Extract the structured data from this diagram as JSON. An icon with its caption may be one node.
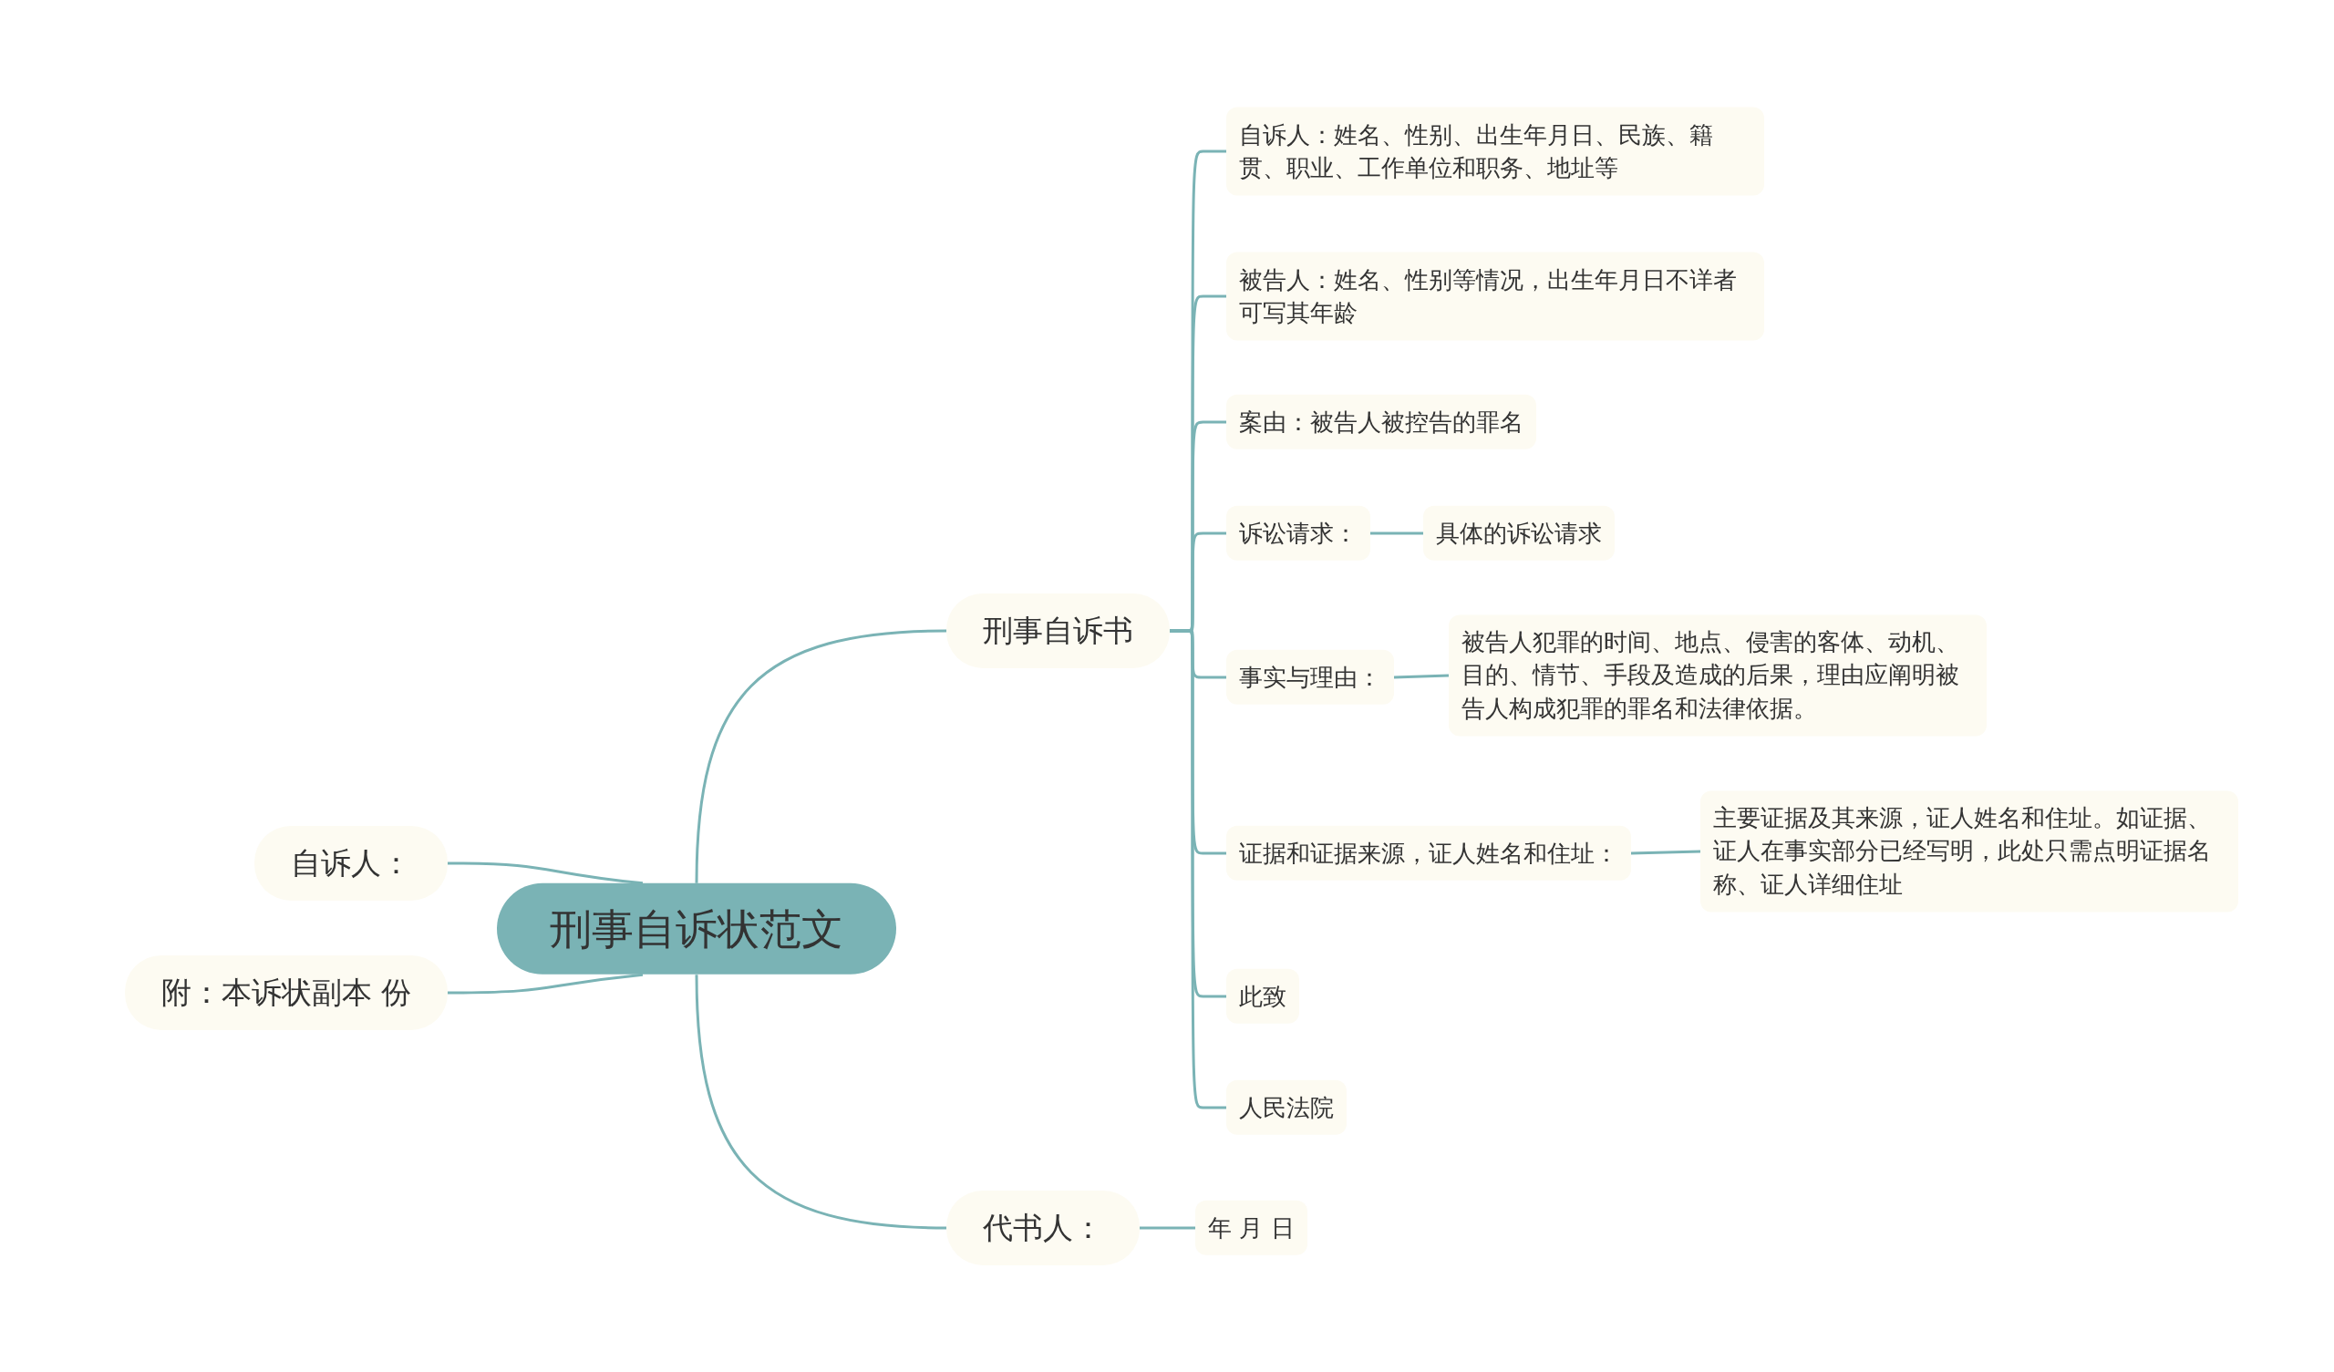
{
  "diagram": {
    "nodes": [
      {
        "text": [
          "刑事自诉状范文"
        ]
      },
      {
        "text": [
          "自诉人："
        ]
      },
      {
        "text": [
          "附：本诉状副本 份"
        ]
      },
      {
        "text": [
          "刑事自诉书"
        ]
      },
      {
        "text": [
          "自诉人：姓名、性别、出生年月日、民族、籍贯、职业、工作单位和职务、地址等"
        ]
      },
      {
        "text": [
          "被告人：姓名、性别等情况，出生年月日不详者可写其年龄"
        ]
      },
      {
        "text": [
          "案由：被告人被控告的罪名"
        ]
      },
      {
        "text": [
          "诉讼请求："
        ]
      },
      {
        "text": [
          "具体的诉讼请求"
        ]
      },
      {
        "text": [
          "事实与理由："
        ]
      },
      {
        "text": [
          "被告人犯罪的时间、地点、侵害的客体、动机、目的、情节、手段及造成的后果，理由应阐明被告人构成犯罪的罪名和法律依据。"
        ]
      },
      {
        "text": [
          "证据和证据来源，证人姓名和住址："
        ]
      },
      {
        "text": [
          "主要证据及其来源，证人姓名和住址。如证据、证人在事实部分已经写明，此处只需点明证据名称、证人详细住址"
        ]
      },
      {
        "text": [
          "此致"
        ]
      },
      {
        "text": [
          "人民法院"
        ]
      },
      {
        "text": [
          "代书人："
        ]
      },
      {
        "text": [
          "年 月 日"
        ]
      }
    ],
    "edges": [
      {
        "from": 0,
        "to": 1,
        "arrow": "none"
      },
      {
        "from": 0,
        "to": 2,
        "arrow": "none"
      },
      {
        "from": 0,
        "to": 3,
        "arrow": "none"
      },
      {
        "from": 0,
        "to": 15,
        "arrow": "none"
      },
      {
        "from": 3,
        "to": 4,
        "arrow": "none"
      },
      {
        "from": 3,
        "to": 5,
        "arrow": "none"
      },
      {
        "from": 3,
        "to": 6,
        "arrow": "none"
      },
      {
        "from": 3,
        "to": 7,
        "arrow": "none"
      },
      {
        "from": 7,
        "to": 8,
        "arrow": "none"
      },
      {
        "from": 3,
        "to": 9,
        "arrow": "none"
      },
      {
        "from": 9,
        "to": 10,
        "arrow": "none"
      },
      {
        "from": 3,
        "to": 11,
        "arrow": "none"
      },
      {
        "from": 11,
        "to": 12,
        "arrow": "none"
      },
      {
        "from": 3,
        "to": 13,
        "arrow": "none"
      },
      {
        "from": 3,
        "to": 14,
        "arrow": "none"
      },
      {
        "from": 15,
        "to": 16,
        "arrow": "none"
      }
    ]
  }
}
